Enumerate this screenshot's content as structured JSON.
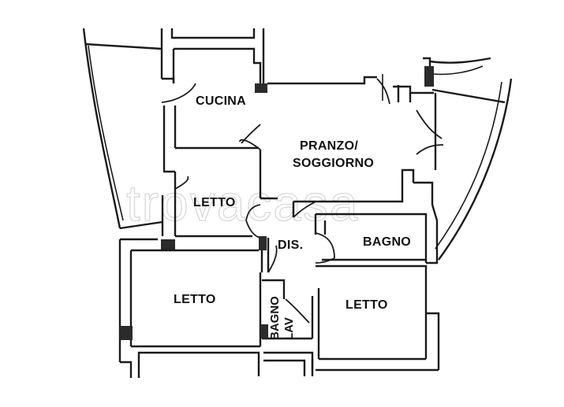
{
  "rooms": {
    "cucina": "CUCINA",
    "pranzo_line1": "PRANZO/",
    "pranzo_line2": "SOGGIORNO",
    "letto_top": "LETTO",
    "dis": "DIS.",
    "bagno": "BAGNO",
    "letto_left": "LETTO",
    "letto_right": "LETTO",
    "bagno_lav_line1": "BAGNO",
    "bagno_lav_line2": "LAV"
  },
  "watermark": "trovacasa",
  "colors": {
    "ink": "#1a1a1a",
    "watermark": "#d8d8d8",
    "background": "#ffffff"
  }
}
